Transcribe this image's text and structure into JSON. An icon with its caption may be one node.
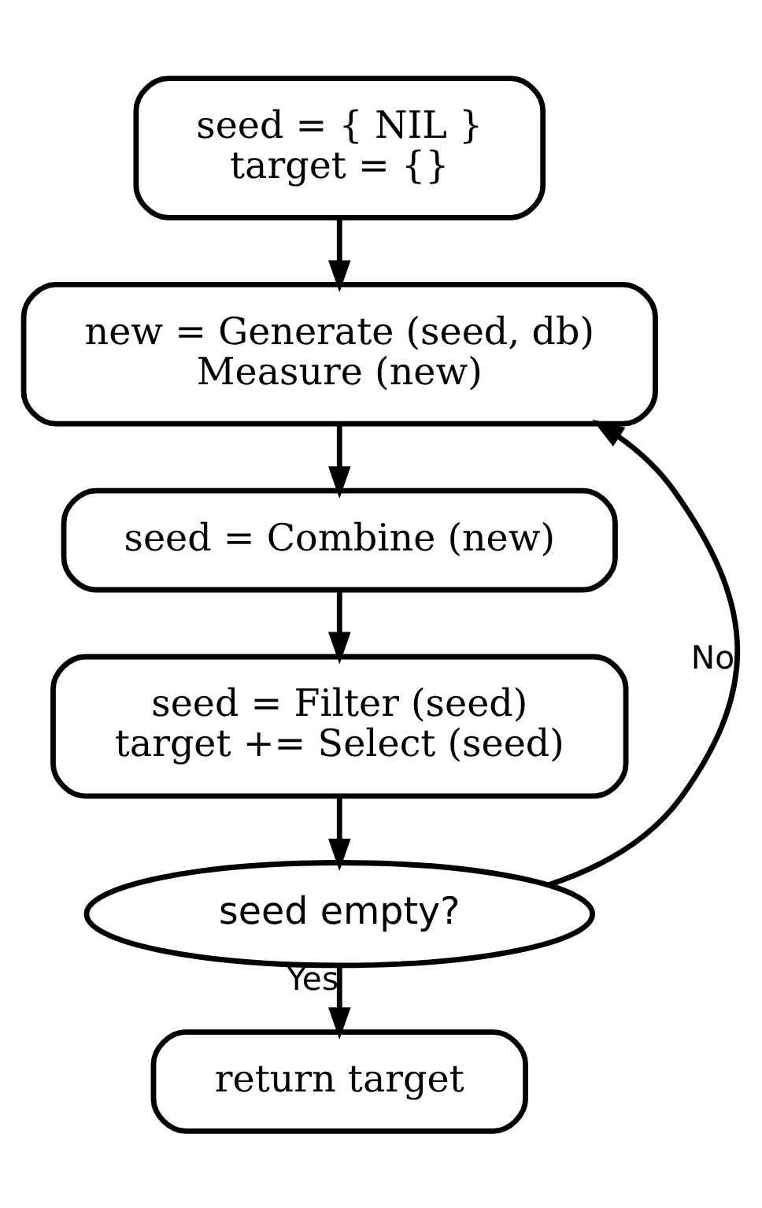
{
  "diagram": {
    "nodes": [
      {
        "text": [
          "seed = { NIL }",
          "target = {}"
        ]
      },
      {
        "text": [
          "new = Generate (seed, db)",
          "Measure (new)"
        ]
      },
      {
        "text": [
          "seed = Combine (new)"
        ]
      },
      {
        "text": [
          "seed = Filter (seed)",
          "target += Select (seed)"
        ]
      },
      {
        "text": [
          "seed empty?"
        ]
      },
      {
        "text": [
          "return target"
        ]
      }
    ],
    "edges": [
      {
        "from": 0,
        "to": 1,
        "arrow": "to"
      },
      {
        "from": 1,
        "to": 2,
        "arrow": "to"
      },
      {
        "from": 2,
        "to": 3,
        "arrow": "to"
      },
      {
        "from": 3,
        "to": 4,
        "arrow": "to"
      },
      {
        "from": 4,
        "to": 1,
        "arrow": "to",
        "label": "No"
      },
      {
        "from": 4,
        "to": 5,
        "arrow": "to",
        "label": "Yes"
      }
    ]
  }
}
